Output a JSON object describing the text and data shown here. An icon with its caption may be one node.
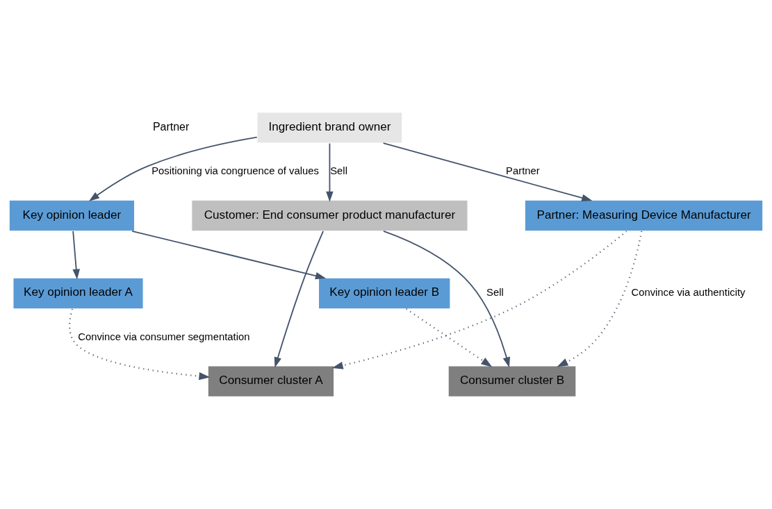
{
  "diagram": {
    "nodes": [
      {
        "text": [
          "Ingredient brand owner"
        ]
      },
      {
        "text": [
          "Key opinion leader"
        ]
      },
      {
        "text": [
          "Customer: End consumer product manufacturer"
        ]
      },
      {
        "text": [
          "Partner: Measuring Device Manufacturer"
        ]
      },
      {
        "text": [
          "Key opinion leader A"
        ]
      },
      {
        "text": [
          "Key opinion leader B"
        ]
      },
      {
        "text": [
          "Consumer cluster A"
        ]
      },
      {
        "text": [
          "Consumer cluster B"
        ]
      }
    ],
    "edges": [
      {
        "from": 0,
        "to": 1,
        "arrow": "to",
        "label": "Positioning via congruence of values"
      },
      {
        "from": 0,
        "to": 2,
        "arrow": "to",
        "label": "Sell"
      },
      {
        "from": 0,
        "to": 3,
        "arrow": "to",
        "label": "Partner"
      },
      {
        "from": 1,
        "to": 4,
        "arrow": "to"
      },
      {
        "from": 1,
        "to": 5,
        "arrow": "to"
      },
      {
        "from": 4,
        "to": 6,
        "arrow": "to",
        "style": "dashed",
        "label": "Convince via consumer segmentation"
      },
      {
        "from": 5,
        "to": 7,
        "arrow": "to",
        "style": "dashed"
      },
      {
        "from": 2,
        "to": 6,
        "arrow": "to"
      },
      {
        "from": 2,
        "to": 7,
        "arrow": "to",
        "label": "Sell"
      },
      {
        "from": 3,
        "to": 7,
        "arrow": "to",
        "style": "dashed",
        "label": "Convince via authenticity"
      },
      {
        "from": 3,
        "to": 6,
        "arrow": "to",
        "style": "dashed"
      }
    ],
    "labels": [
      "Partner"
    ]
  }
}
